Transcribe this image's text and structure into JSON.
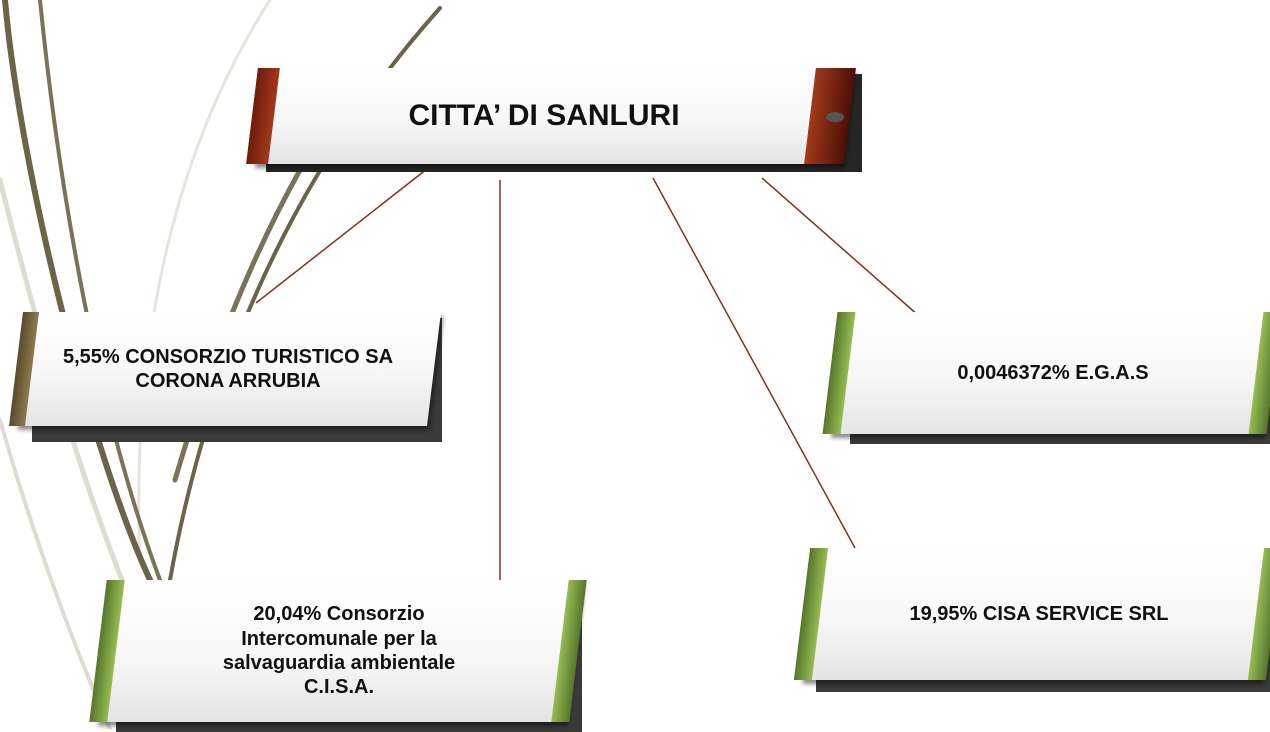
{
  "root": {
    "label": "CITTA’ DI SANLURI"
  },
  "children": [
    {
      "id": "consorzio-turistico",
      "label": "5,55% CONSORZIO TURISTICO SA CORONA ARRUBIA"
    },
    {
      "id": "cisa",
      "label": "20,04% Consorzio Intercomunale per la salvaguardia ambientale C.I.S.A."
    },
    {
      "id": "cisa-service",
      "label": "19,95% CISA SERVICE SRL"
    },
    {
      "id": "egas",
      "label": "0,0046372% E.G.A.S"
    }
  ],
  "colors": {
    "connector": "#8b2f1c",
    "root_accent": "#8c2a14",
    "brown_accent": "#7d6b45",
    "green_accent": "#7aa03c",
    "decor_olive": "#6b6448",
    "decor_light": "#dedcd2"
  }
}
